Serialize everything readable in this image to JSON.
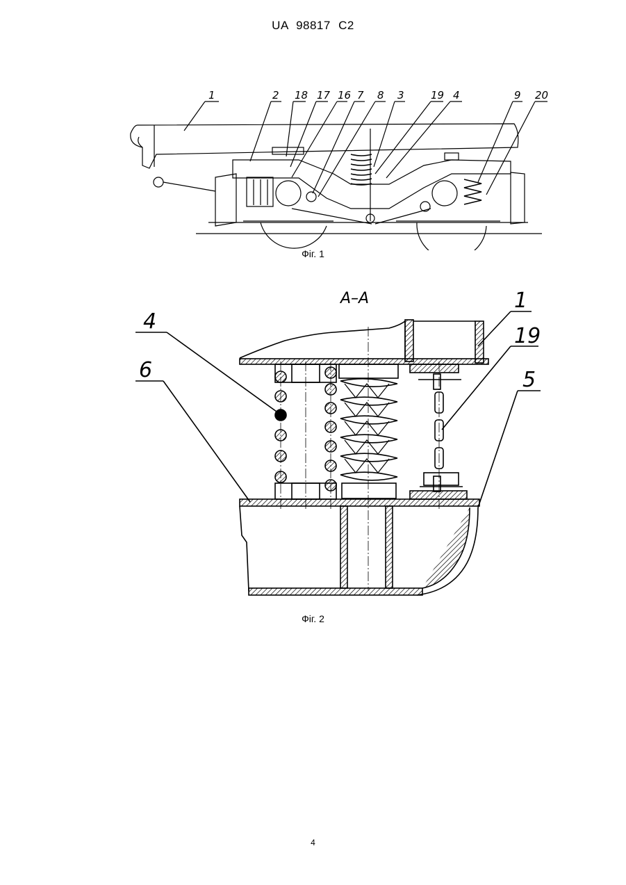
{
  "header": {
    "text": "UA   98817   C2"
  },
  "figure1": {
    "caption": "Фіг. 1",
    "callouts": [
      "1",
      "2",
      "18",
      "17",
      "16",
      "7",
      "8",
      "3",
      "19",
      "4",
      "9",
      "20"
    ]
  },
  "figure2": {
    "caption": "Фіг. 2",
    "section_label": "A–A",
    "callouts": [
      "4",
      "6",
      "1",
      "19",
      "5"
    ]
  },
  "footer": {
    "page_number": "4"
  }
}
